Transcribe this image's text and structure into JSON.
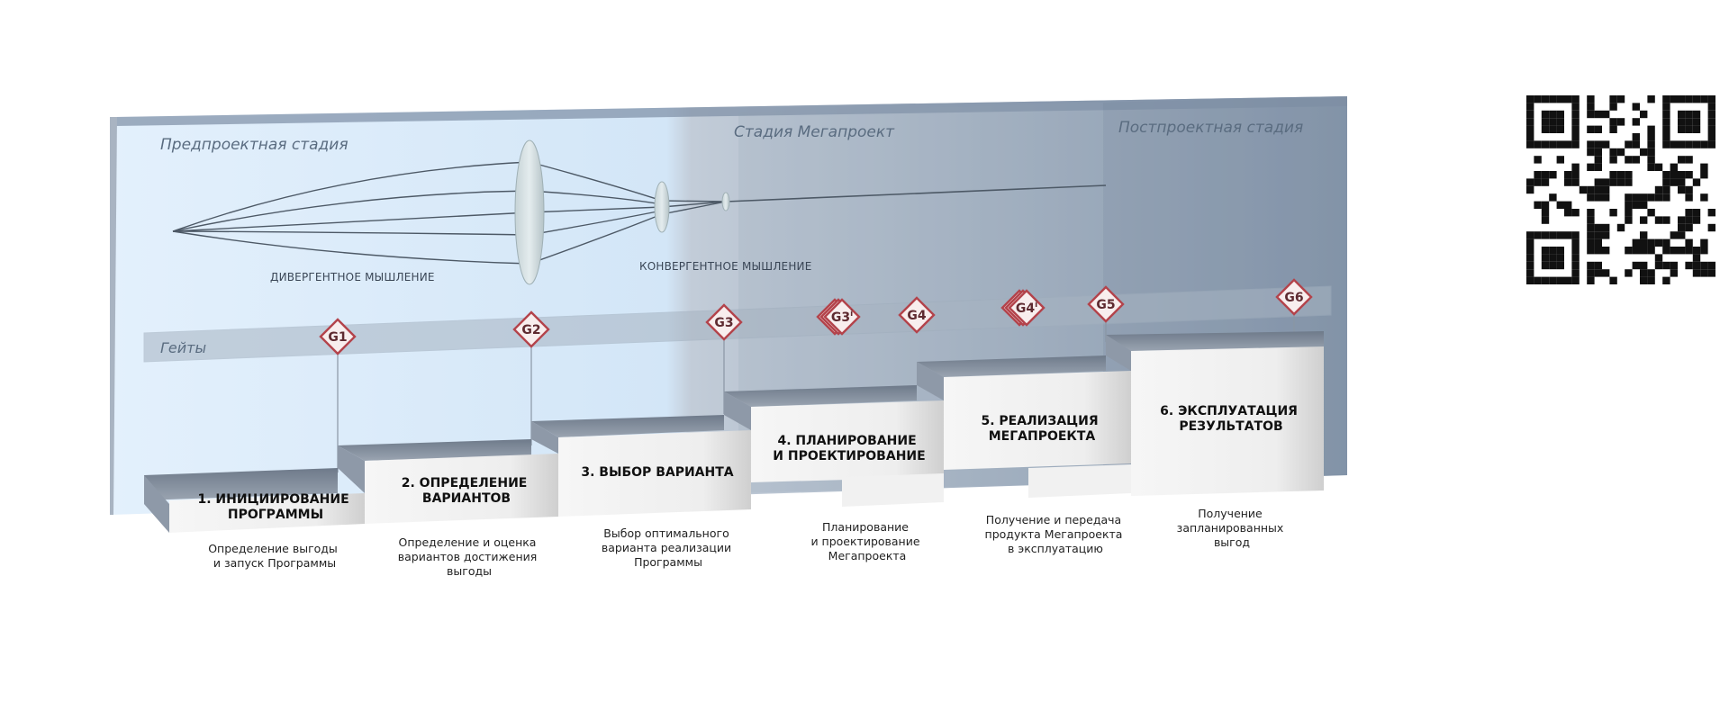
{
  "stages": {
    "pre_project": "Предпроектная стадия",
    "megaproject": "Стадия Мегапроект",
    "post_project": "Постпроектная стадия"
  },
  "thinking": {
    "divergent": "ДИВЕРГЕНТНОЕ МЫШЛЕНИЕ",
    "convergent": "КОНВЕРГЕНТНОЕ МЫШЛЕНИЕ"
  },
  "gates_label": "Гейты",
  "gates": [
    {
      "id": "g1",
      "label": "G1",
      "sup": "",
      "stacked": false
    },
    {
      "id": "g2",
      "label": "G2",
      "sup": "",
      "stacked": false
    },
    {
      "id": "g3",
      "label": "G3",
      "sup": "",
      "stacked": false
    },
    {
      "id": "g3i",
      "label": "G3",
      "sup": "i",
      "stacked": true
    },
    {
      "id": "g4",
      "label": "G4",
      "sup": "",
      "stacked": false
    },
    {
      "id": "g4i",
      "label": "G4",
      "sup": "i",
      "stacked": true
    },
    {
      "id": "g5",
      "label": "G5",
      "sup": "",
      "stacked": false
    },
    {
      "id": "g6",
      "label": "G6",
      "sup": "",
      "stacked": false
    }
  ],
  "steps": [
    {
      "title": [
        "1.    ИНИЦИИРОВАНИЕ",
        "ПРОГРАММЫ"
      ],
      "desc": [
        "Определение выгоды",
        "и запуск Программы"
      ]
    },
    {
      "title": [
        "2. ОПРЕДЕЛЕНИЕ",
        "ВАРИАНТОВ"
      ],
      "desc": [
        "Определение и оценка",
        "вариантов достижения",
        "выгоды"
      ]
    },
    {
      "title": [
        "3. ВЫБОР ВАРИАНТА"
      ],
      "desc": [
        "Выбор оптимального",
        "варианта реализации",
        "Программы"
      ]
    },
    {
      "title": [
        "4. ПЛАНИРОВАНИЕ",
        "И ПРОЕКТИРОВАНИЕ"
      ],
      "desc": [
        "Планирование",
        "и проектирование",
        "Мегапроекта"
      ]
    },
    {
      "title": [
        "5. РЕАЛИЗАЦИЯ",
        "МЕГАПРОЕКТА"
      ],
      "desc": [
        "Получение и передача",
        "продукта Мегапроекта",
        "в эксплуатацию"
      ]
    },
    {
      "title": [
        "6. ЭКСПЛУАТАЦИЯ",
        "РЕЗУЛЬТАТОВ"
      ],
      "desc": [
        "Получение",
        "запланированных",
        "выгод"
      ]
    }
  ],
  "colors": {
    "panel_light": "#dfeefb",
    "panel_dark": "#8898ad",
    "gate_border": "#b3434b",
    "step_face": "#f4f4f4",
    "step_top": "#7c8797"
  },
  "qr": {
    "icon": "qr-code-icon"
  }
}
